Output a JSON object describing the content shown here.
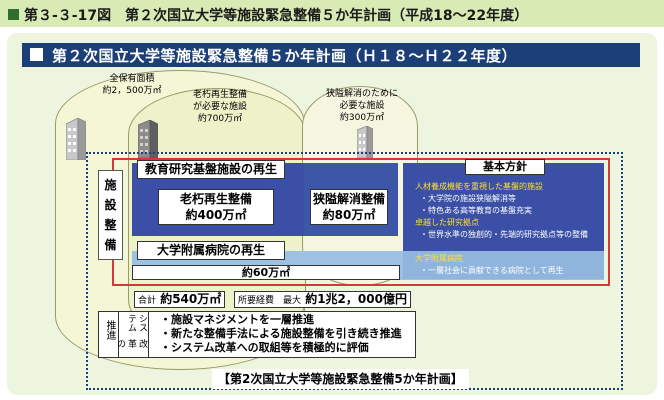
{
  "header": {
    "title": "第３-３-17図　第２次国立大学等施設緊急整備５か年計画（平成18～22年度）"
  },
  "panel": {
    "title": "第２次国立大学等施設緊急整備５か年計画（Ｈ１８～Ｈ２２年度）"
  },
  "areas": {
    "total_line1": "全保有面積",
    "total_line2": "約2，500万㎡",
    "aging_line1": "老朽再生整備",
    "aging_line2": "が必要な施設",
    "aging_line3": "約700万㎡",
    "narrow_line1": "狭隘解消のために",
    "narrow_line2": "必要な施設",
    "narrow_line3": "約300万㎡"
  },
  "side_label": {
    "chars": [
      "施",
      "設",
      "整",
      "備"
    ]
  },
  "boxes": {
    "research_title": "教育研究基盤施設の再生",
    "aging_title": "老朽再生整備",
    "aging_value": "約400万㎡",
    "narrow_title": "狭隘解消整備",
    "narrow_value": "約80万㎡",
    "hospital_title": "大学附属病院の再生",
    "hospital_value": "約60万㎡"
  },
  "policy": {
    "title": "基本方針",
    "items": [
      {
        "text": "人材養成機能を重視した基盤的施設",
        "color": "#ffe033"
      },
      {
        "text": "・大学院の施設狭隘解消等",
        "color": "#ffffff"
      },
      {
        "text": "・特色ある高等教育の基盤充実",
        "color": "#ffffff"
      },
      {
        "text": "卓越した研究拠点",
        "color": "#ffe033"
      },
      {
        "text": "・世界水準の独創的・先端的研究拠点等の整備",
        "color": "#ffffff"
      },
      {
        "text": "大学附属病院",
        "color": "#ffe033"
      },
      {
        "text": "・一層社会に貢献できる病院として再生",
        "color": "#ffffff"
      }
    ]
  },
  "totals": {
    "area_label": "合計",
    "area_value": "約540万㎡",
    "cost_label": "所要経費　最大",
    "cost_value": "約1兆2，000億円"
  },
  "reform": {
    "left_label": "推進",
    "mid_label_line1": "システム",
    "mid_label_line2": "改革の",
    "items": [
      "・施設マネジメントを一層推進",
      "・新たな整備手法による施設整備を引き続き推進",
      "・システム改革への取組等を積極的に評価"
    ]
  },
  "footer": {
    "caption": "【第2次国立大学等施設緊急整備5か年計画】"
  },
  "colors": {
    "header_bg": "#d9ebb4",
    "panel_bg": "#eef5df",
    "title_bar": "#1c3f78",
    "box_blue": "#3a4fa5",
    "band_light_blue": "#9ec0e2",
    "frame_red": "#d23a3a"
  }
}
